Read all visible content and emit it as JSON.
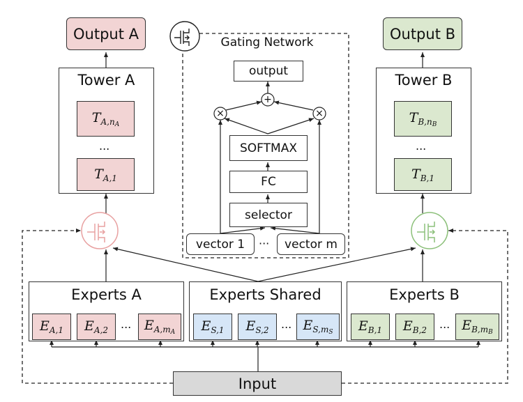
{
  "output_a": "Output A",
  "output_b": "Output B",
  "tower_a": {
    "title": "Tower A",
    "top_main": "T",
    "top_sub": "A,n",
    "top_subsub": "A",
    "dots": "...",
    "bottom_main": "T",
    "bottom_sub": "A,1"
  },
  "tower_b": {
    "title": "Tower B",
    "top_main": "T",
    "top_sub": "B,n",
    "top_subsub": "B",
    "dots": "...",
    "bottom_main": "T",
    "bottom_sub": "B,1"
  },
  "gating": {
    "title": "Gating Network",
    "output": "output",
    "plus": "+",
    "times": "×",
    "softmax": "SOFTMAX",
    "fc": "FC",
    "selector": "selector",
    "vector1": "vector 1",
    "dots": "···",
    "vectorm": "vector m"
  },
  "experts_a": {
    "title": "Experts A",
    "e1_main": "E",
    "e1_sub": "A,1",
    "e2_main": "E",
    "e2_sub": "A,2",
    "dots": "...",
    "e3_main": "E",
    "e3_sub": "A,m",
    "e3_subsub": "A"
  },
  "experts_shared": {
    "title": "Experts Shared",
    "e1_main": "E",
    "e1_sub": "S,1",
    "e2_main": "E",
    "e2_sub": "S,2",
    "dots": "...",
    "e3_main": "E",
    "e3_sub": "S,m",
    "e3_subsub": "S"
  },
  "experts_b": {
    "title": "Experts B",
    "e1_main": "E",
    "e1_sub": "B,1",
    "e2_main": "E",
    "e2_sub": "B,2",
    "dots": "...",
    "e3_main": "E",
    "e3_sub": "B,m",
    "e3_subsub": "B"
  },
  "input": "Input",
  "colors": {
    "red": "#f2d4d4",
    "green": "#dbe8cf",
    "blue": "#d6e6f7",
    "gray": "#d9d9d9",
    "gate_red": "#e8a0a0",
    "gate_green": "#8cc07a"
  },
  "icons": {
    "gate": "gate-switch-icon"
  }
}
